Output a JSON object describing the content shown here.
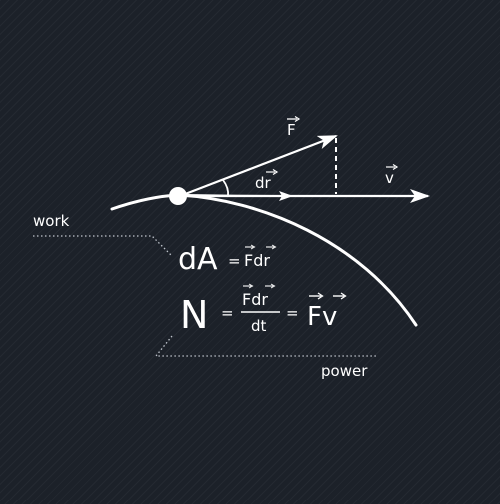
{
  "labels": {
    "work": "work",
    "power": "power",
    "force_vector": "F",
    "displacement": "dr",
    "velocity": "v"
  },
  "equations": {
    "work": {
      "lhs": "dA",
      "eq": "=",
      "rhs": "Fdr"
    },
    "power": {
      "lhs": "N",
      "eq1": "=",
      "numerator": "Fdr",
      "denominator": "dt",
      "eq2": "=",
      "rhs": "Fv"
    }
  },
  "colors": {
    "background": "#1c2129",
    "ink": "#ffffff",
    "dotted": "#bfc4cc"
  }
}
